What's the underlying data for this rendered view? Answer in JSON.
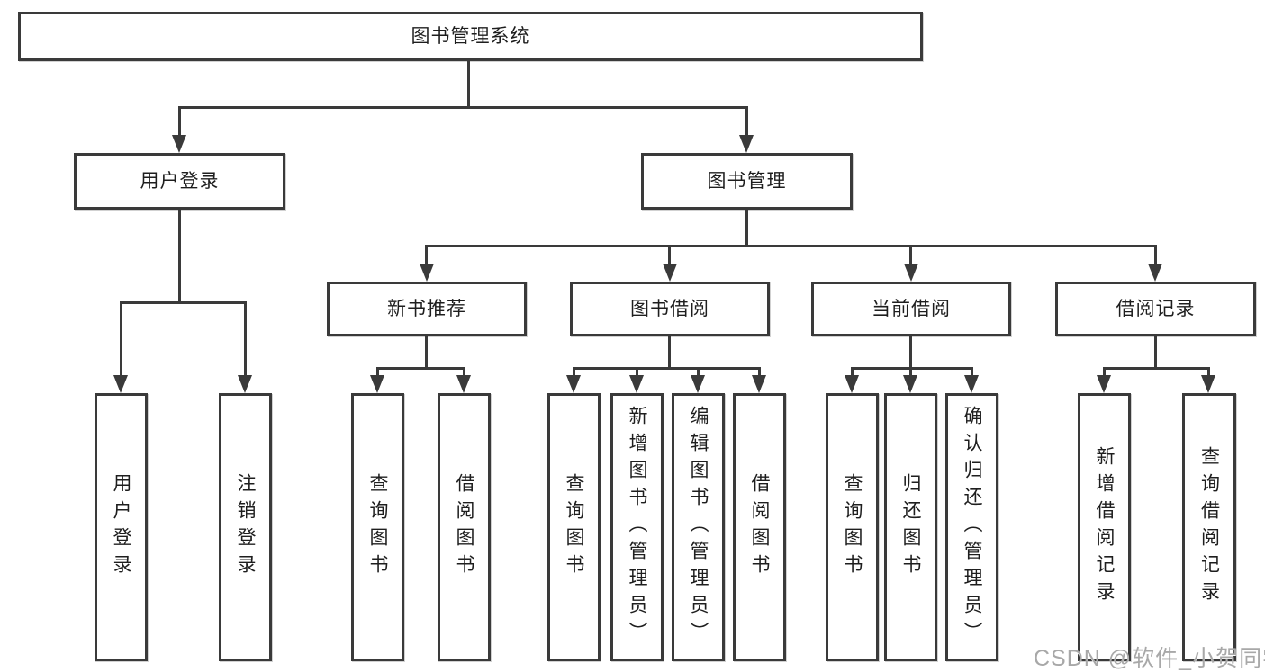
{
  "diagram": {
    "title_node": {
      "label": "图书管理系统"
    },
    "level2": [
      {
        "label": "用户登录"
      },
      {
        "label": "图书管理"
      }
    ],
    "level3": [
      {
        "label": "新书推荐"
      },
      {
        "label": "图书借阅"
      },
      {
        "label": "当前借阅"
      },
      {
        "label": "借阅记录"
      }
    ],
    "leaves": {
      "login": [
        "用户登录",
        "注销登录"
      ],
      "recommend": [
        "查询图书",
        "借阅图书"
      ],
      "borrow": [
        "查询图书",
        "新增图书（管理员）",
        "编辑图书（管理员）",
        "借阅图书"
      ],
      "current": [
        "查询图书",
        "归还图书",
        "确认归还（管理员）"
      ],
      "records": [
        "新增借阅记录",
        "查询借阅记录"
      ]
    }
  },
  "watermark": "CSDN @软件_小贺同学",
  "colors": {
    "line": "#3a3a3a",
    "text": "#1e1e1e",
    "watermark": "#a8a8a8",
    "background": "#ffffff"
  }
}
